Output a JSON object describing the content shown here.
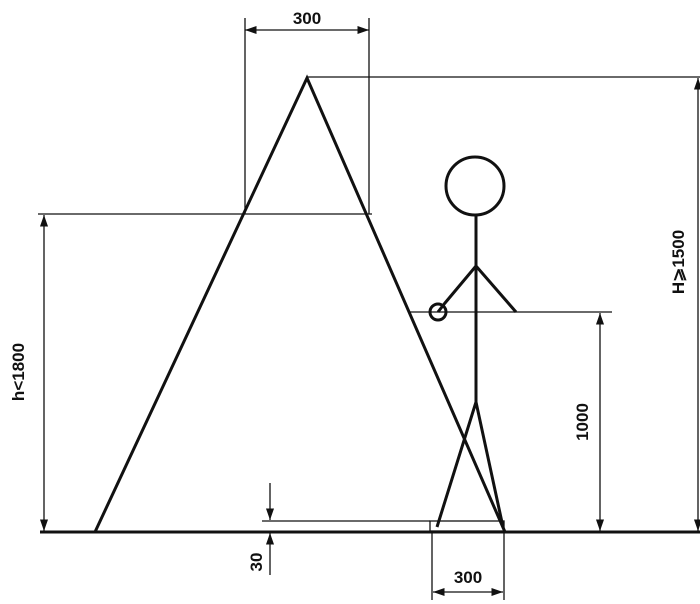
{
  "labels": {
    "top_width": "300",
    "base_width": "300",
    "gap": "30",
    "hand_height": "1000",
    "h_limit": "h<1800",
    "H_limit": "H⩾1500"
  }
}
